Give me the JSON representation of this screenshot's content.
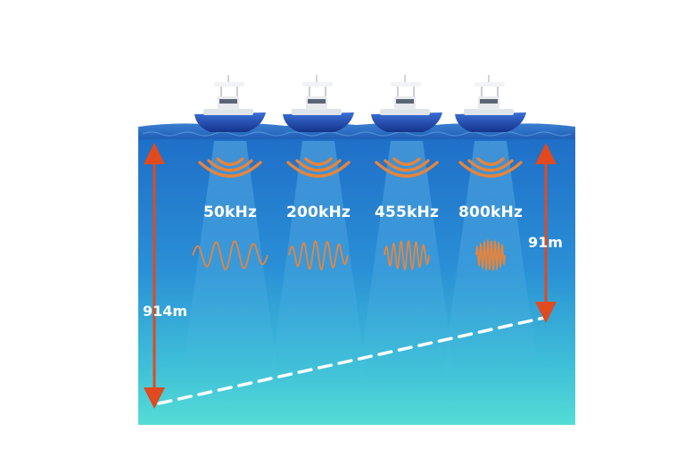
{
  "frequencies": [
    {
      "label": "50kHz",
      "cycles": 4
    },
    {
      "label": "200kHz",
      "cycles": 5
    },
    {
      "label": "455kHz",
      "cycles": 6
    },
    {
      "label": "800kHz",
      "cycles": 8
    }
  ],
  "depths": {
    "deep": "914m",
    "shallow": "91m"
  },
  "colors": {
    "water_top": "#1f6fc8",
    "water_mid": "#2e9ad8",
    "water_bottom": "#4fd6d8",
    "surface": "#2a5fb8",
    "signal": "#e8843a",
    "arrow": "#e04a1e",
    "boat_hull": "#1d47b0",
    "boat_top": "#e8eaee"
  },
  "icons": [
    "boat-icon",
    "sonar-wave-icon",
    "signal-waveform-icon",
    "depth-arrow-icon"
  ]
}
